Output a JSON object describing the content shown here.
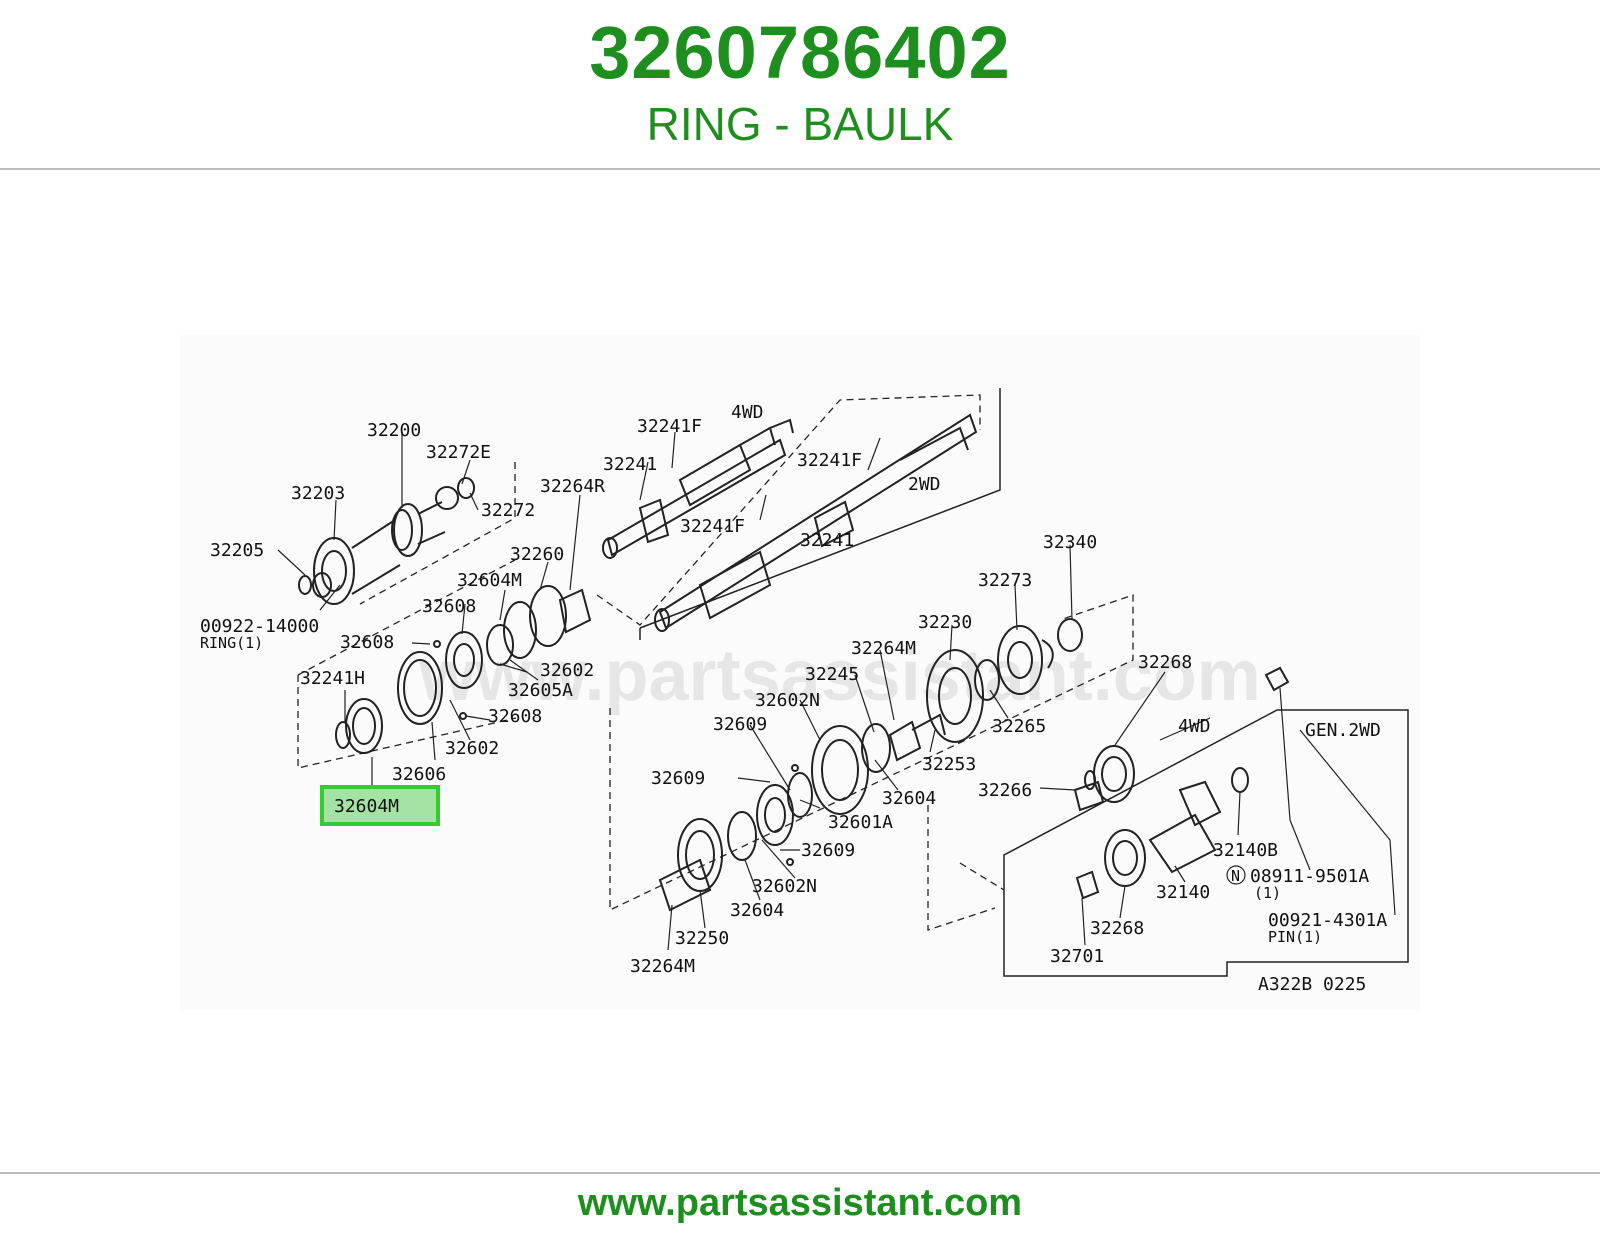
{
  "header": {
    "part_number": "3260786402",
    "part_name": "RING - BAULK"
  },
  "diagram": {
    "highlighted_label": "32604M",
    "highlight_color": "#33cc33",
    "watermark": "www.partsassistant.com",
    "labels": {
      "l32200": "32200",
      "l32272E": "32272E",
      "l32203": "32203",
      "l32272": "32272",
      "l32205": "32205",
      "l00922": "00922-14000",
      "lring1": "RING(1)",
      "l32608a": "32608",
      "l32608b": "32608",
      "l32608c": "32608",
      "l32241H": "32241H",
      "l32606": "32606",
      "l32602a": "32602",
      "l32602b": "32602",
      "l32605A": "32605A",
      "l32604Ma": "32604M",
      "l32260": "32260",
      "l32264R": "32264R",
      "l32241Fa": "32241F",
      "l32241Fb": "32241F",
      "l32241Fc": "32241F",
      "l32241a": "32241",
      "l32241b": "32241",
      "l4WDa": "4WD",
      "l2WD": "2WD",
      "l32340": "32340",
      "l32273": "32273",
      "l32230": "32230",
      "l32264Ma": "32264M",
      "l32245": "32245",
      "l32602Na": "32602N",
      "l32609a": "32609",
      "l32609b": "32609",
      "l32609c": "32609",
      "l32265": "32265",
      "l32253": "32253",
      "l32604a": "32604",
      "l32604b": "32604",
      "l32601A": "32601A",
      "l32602Nb": "32602N",
      "l32250": "32250",
      "l32264Mb": "32264M",
      "l32268a": "32268",
      "l32268b": "32268",
      "l4WDb": "4WD",
      "lGEN": "GEN.2WD",
      "l32266": "32266",
      "l32140B": "32140B",
      "l32140": "32140",
      "l08911": "08911-9501A",
      "lqty1": "(1)",
      "l00921": "00921-4301A",
      "lpin1": "PIN(1)",
      "lN": "N",
      "l32701": "32701",
      "lref": "A322B 0225"
    }
  },
  "footer": {
    "url": "www.partsassistant.com"
  }
}
